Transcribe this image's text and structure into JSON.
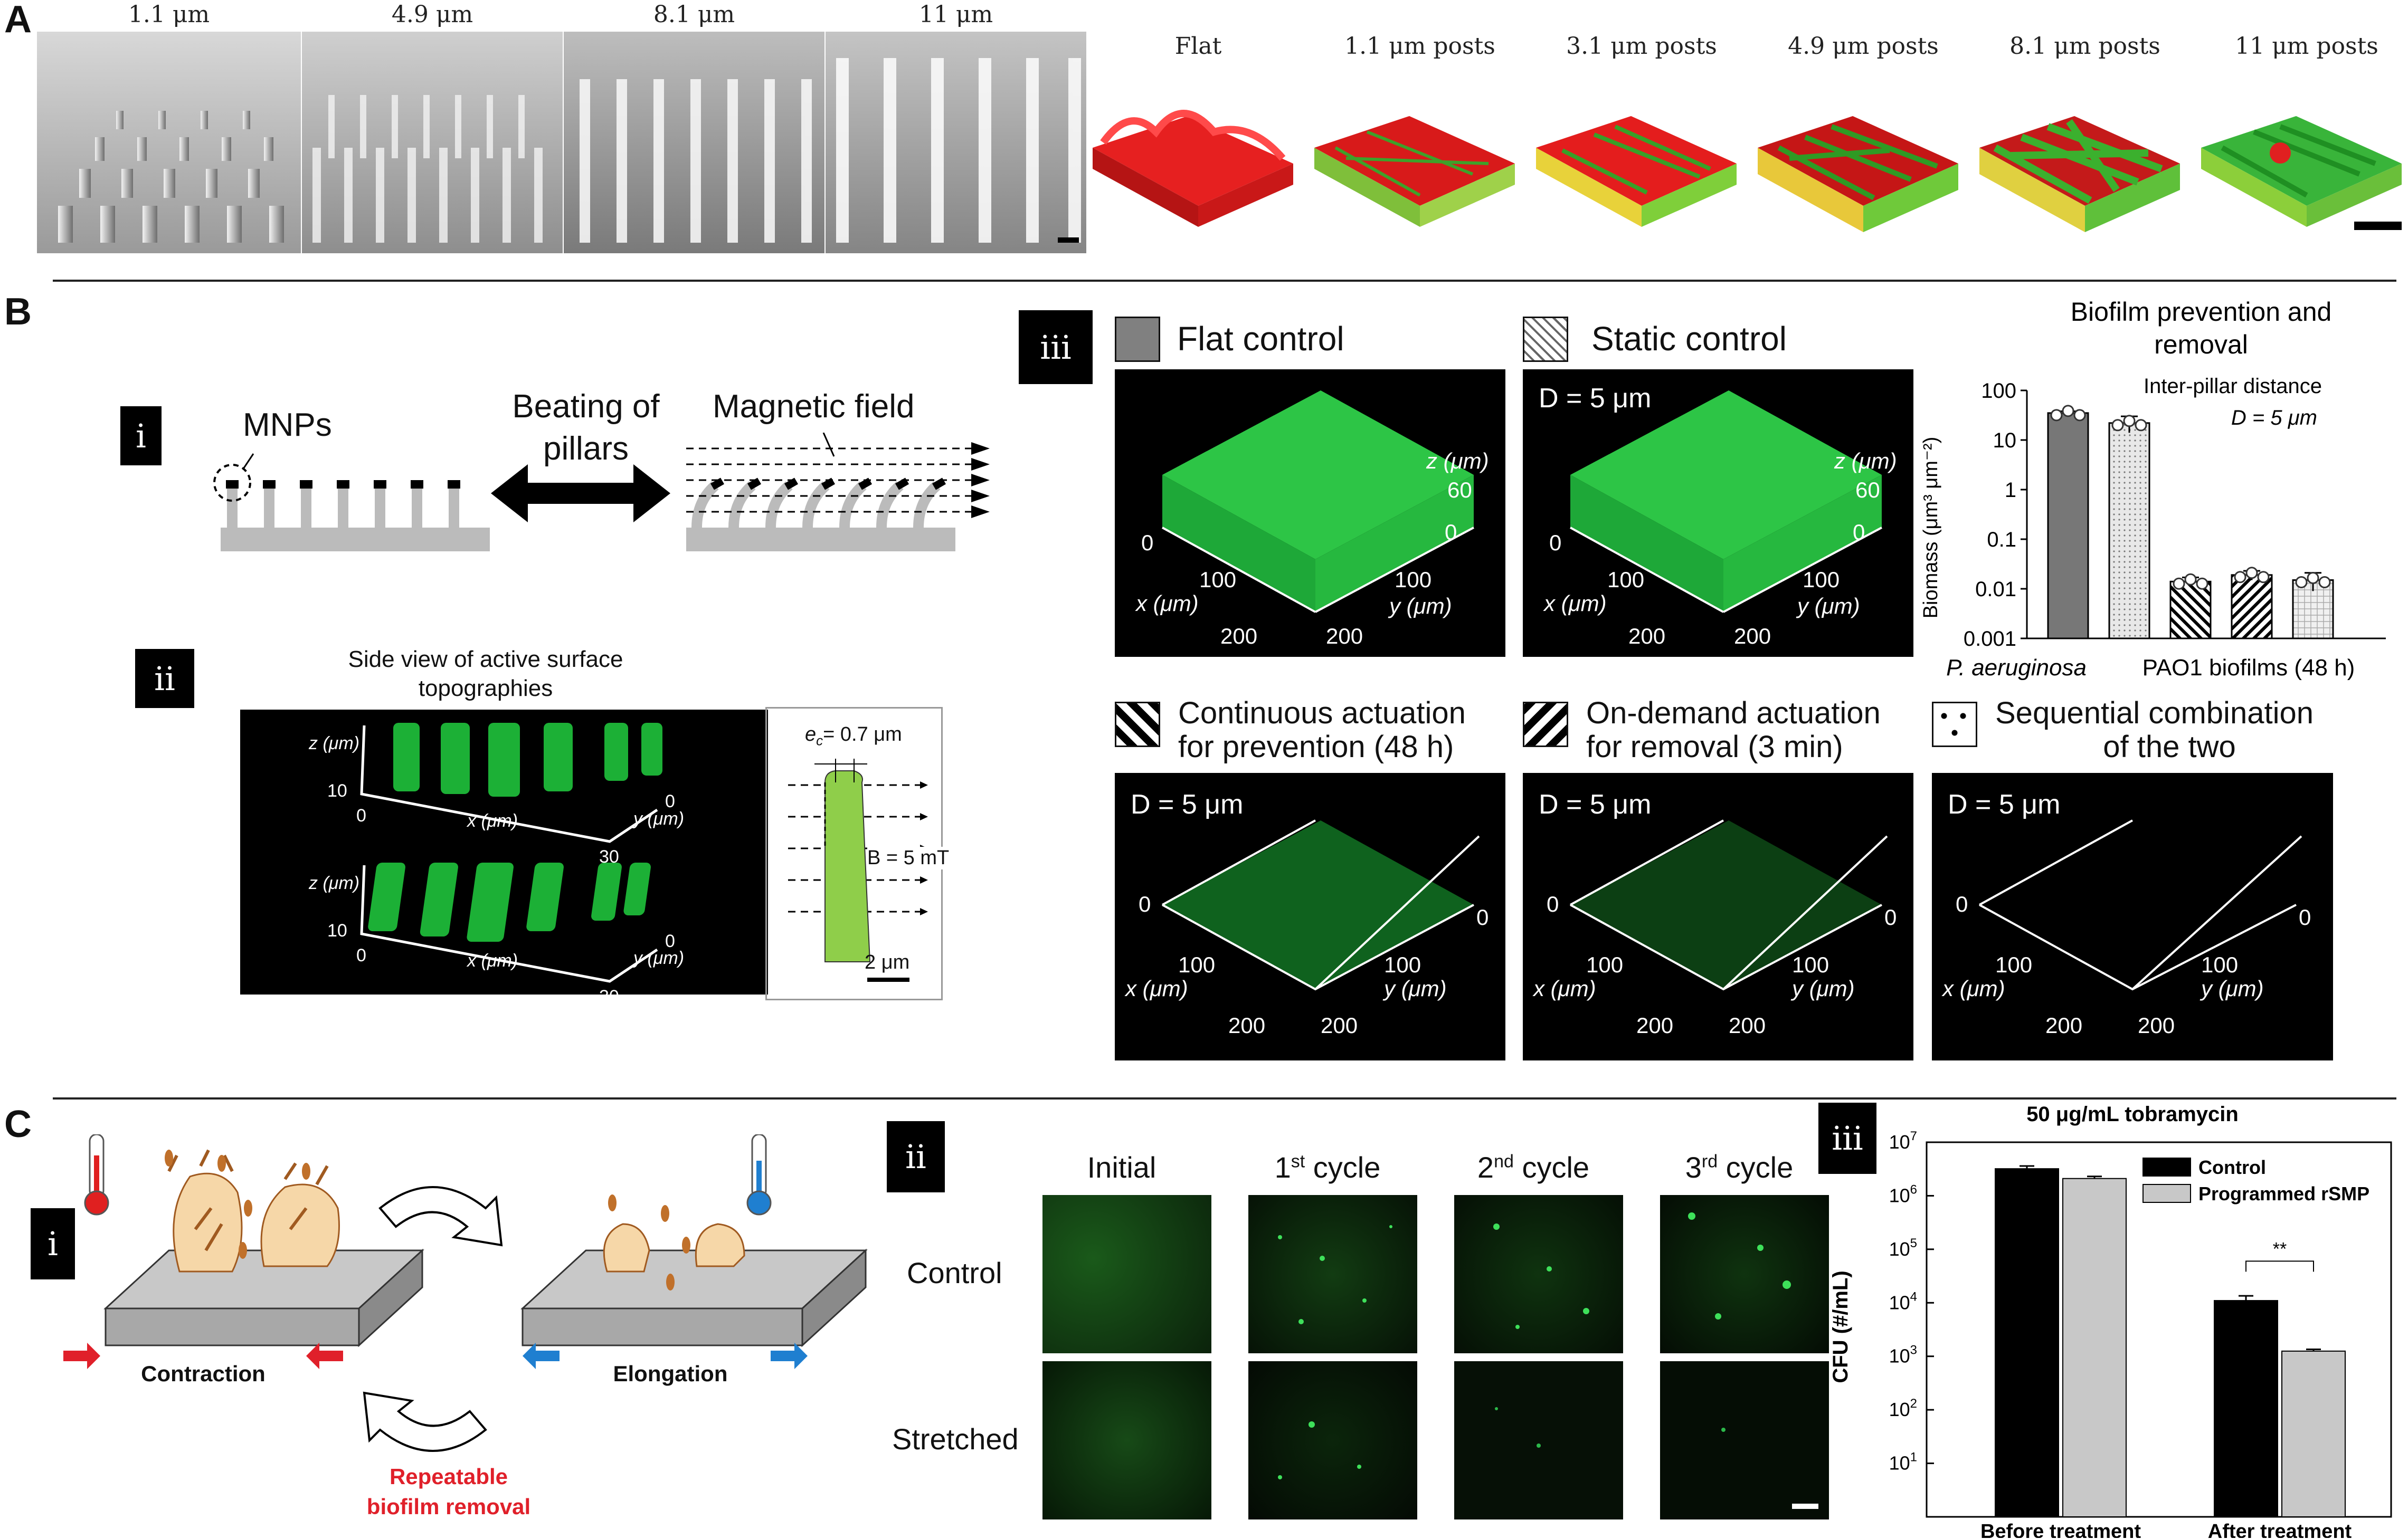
{
  "panelA": {
    "label": "A",
    "sem_labels": [
      "1.1 μm",
      "4.9 μm",
      "8.1 μm",
      "11 μm"
    ],
    "render_labels": [
      "Flat",
      "1.1 μm posts",
      "3.1 μm posts",
      "4.9 μm posts",
      "8.1 μm posts",
      "11 μm posts"
    ]
  },
  "panelB": {
    "label": "B",
    "i": {
      "tag": "i",
      "mnps": "MNPs",
      "beating": "Beating of",
      "pillars": "pillars",
      "field": "Magnetic field"
    },
    "ii": {
      "tag": "ii",
      "title_l1": "Side view of active surface",
      "title_l2": "topographies",
      "z": "z (μm)",
      "x": "x (μm)",
      "y": "y (μm)",
      "t10": "10",
      "t0": "0",
      "t30": "30",
      "ec_sym": "e",
      "ec_sub": "c",
      "ec_val": "= 0.7 μm",
      "bfield": "B = 5 mT",
      "scale": "2 μm"
    },
    "iii": {
      "tag": "iii",
      "flat": "Flat control",
      "static": "Static control",
      "cont_l1": "Continuous actuation",
      "cont_l2": "for prevention (48 h)",
      "ondemand_l1": "On-demand actuation",
      "ondemand_l2": "for removal (3 min)",
      "seq_l1": "Sequential combination",
      "seq_l2": "of the two",
      "d5": "D = 5 μm",
      "x_axis": "x (μm)",
      "y_axis": "y (μm)",
      "z_axis": "z (μm)",
      "t0": "0",
      "t100": "100",
      "t200": "200",
      "t60": "60"
    }
  },
  "panelC": {
    "label": "C",
    "i": {
      "tag": "i",
      "contraction": "Contraction",
      "elongation": "Elongation",
      "repeat_l1": "Repeatable",
      "repeat_l2": "biofilm removal"
    },
    "ii": {
      "tag": "ii",
      "cols": [
        "Initial",
        "1st cycle",
        "2nd cycle",
        "3rd cycle"
      ],
      "rows": [
        "Control",
        "Stretched"
      ]
    },
    "iii": {
      "tag": "iii"
    }
  },
  "colors": {
    "green": "#1fbf3a",
    "red_flat": "#e62020",
    "accent_red": "#e0202a",
    "accent_blue": "#1f7fd0"
  },
  "chart_data": [
    {
      "type": "bar",
      "title": "Biofilm prevention and removal",
      "annotation_l1": "Inter-pillar distance",
      "annotation_l2": "D = 5 μm",
      "ylabel": "Biomass (μm³ μm⁻²)",
      "yscale": "log",
      "ylim": [
        0.001,
        100
      ],
      "yticks": [
        "100",
        "10",
        "1",
        "0.1",
        "0.01",
        "0.001"
      ],
      "xlabel_italic": "P. aeruginosa",
      "xlabel_rest": "PAO1 biofilms (48 h)",
      "values": [
        35,
        22,
        0.014,
        0.019,
        0.015
      ],
      "errors": [
        3,
        8,
        0.003,
        0.004,
        0.006
      ],
      "patterns": [
        "solid",
        "dots",
        "diag-left",
        "diag-right",
        "grid"
      ]
    },
    {
      "type": "bar",
      "title": "50 μg/mL tobramycin",
      "ylabel": "CFU (#/mL)",
      "yscale": "log",
      "ylim": [
        1,
        10000000
      ],
      "yexponents": [
        "7",
        "6",
        "5",
        "4",
        "3",
        "2",
        "1"
      ],
      "categories": [
        "Before treatment",
        "After treatment"
      ],
      "series": [
        {
          "name": "Control",
          "values": [
            3200000,
            11000
          ],
          "errors": [
            400000,
            2500
          ]
        },
        {
          "name": "Programmed rSMP",
          "values": [
            2100000,
            1250
          ],
          "errors": [
            200000,
            100
          ]
        }
      ],
      "significance": "**",
      "legend": "top-right",
      "series_colors": [
        "#000000",
        "#c8c8c8"
      ]
    }
  ]
}
